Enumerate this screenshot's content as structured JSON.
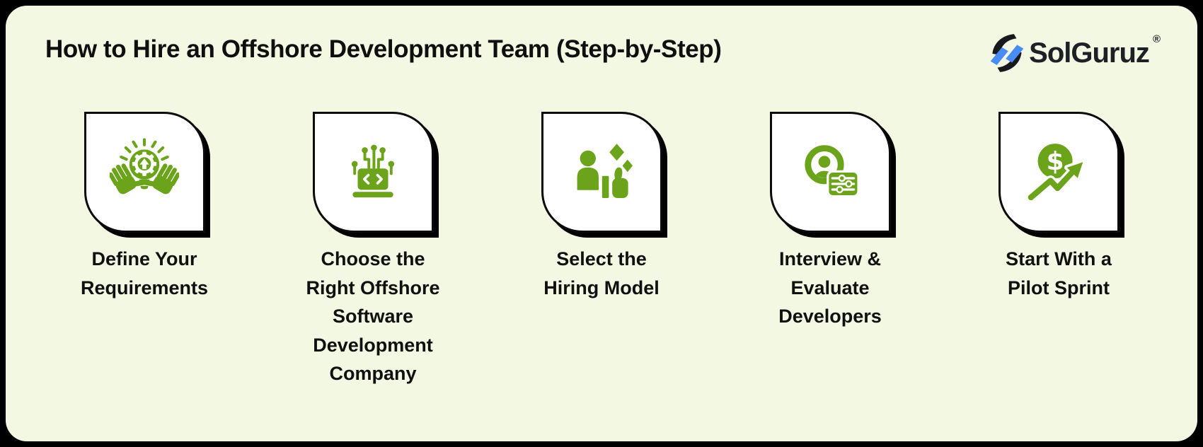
{
  "canvas": {
    "outer_background": "#000000",
    "panel_background": "#f2f8e2"
  },
  "header": {
    "title": "How to Hire an Offshore Development Team (Step-by-Step)",
    "logo": {
      "name": "SolGuruz",
      "registered_mark": "®",
      "colors": {
        "mark_blue": "#4a8cf7",
        "mark_black": "#17191d",
        "text": "#1d2025"
      }
    }
  },
  "steps": [
    {
      "icon": "hands-idea-bulb-gear-icon",
      "label": "Define Your\nRequirements"
    },
    {
      "icon": "laptop-code-circuit-icon",
      "label": "Choose the\nRight Offshore\nSoftware\nDevelopment\nCompany"
    },
    {
      "icon": "person-thumbs-up-sparkles-icon",
      "label": "Select the\nHiring Model"
    },
    {
      "icon": "profile-evaluation-sliders-icon",
      "label": "Interview &\nEvaluate\nDevelopers"
    },
    {
      "icon": "dollar-growth-arrow-icon",
      "label": "Start With a\nPilot Sprint"
    }
  ],
  "style": {
    "icon_green": "#6ba41b",
    "card_background": "#ffffff",
    "card_border": "#0b0b0b",
    "text_color": "#101010"
  }
}
